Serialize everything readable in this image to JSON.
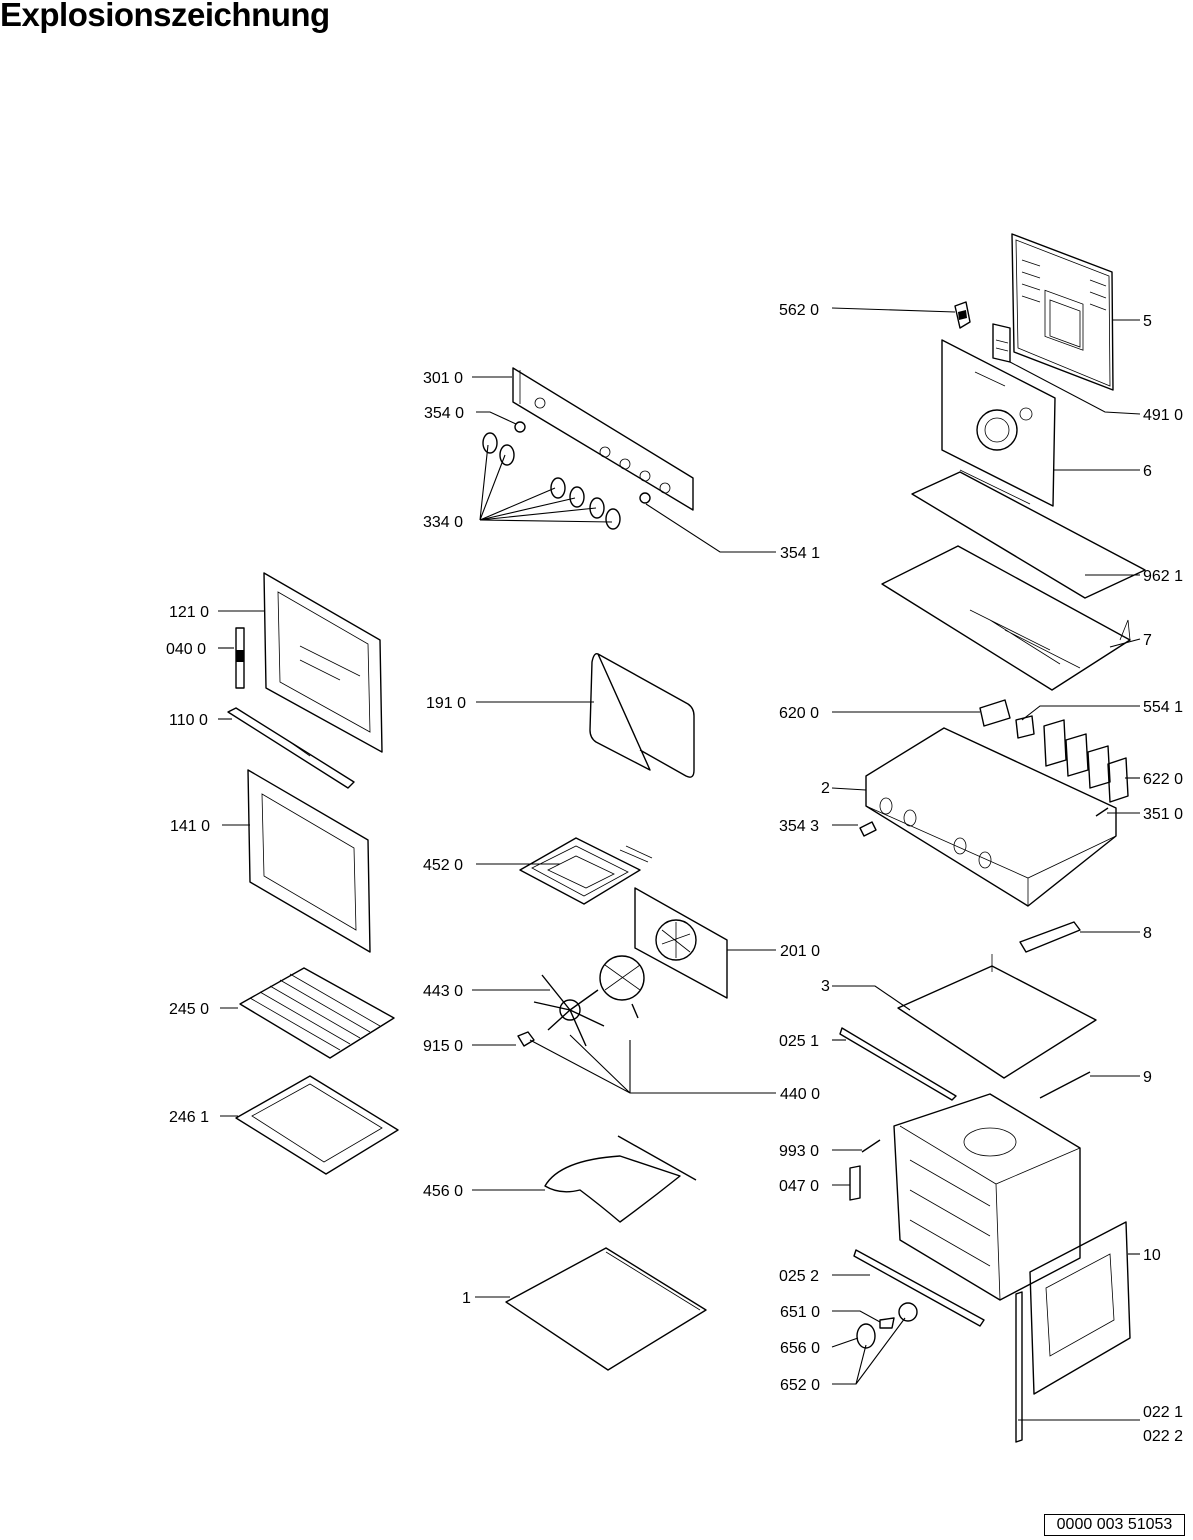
{
  "title": "Explosionszeichnung",
  "document_number": "0000 003 51053",
  "labels": {
    "p5620": "562 0",
    "p5": "5",
    "p4910": "491 0",
    "p6": "6",
    "p3010": "301 0",
    "p3540": "354 0",
    "p3340": "334 0",
    "p3541": "354 1",
    "p9621": "962 1",
    "p7": "7",
    "p1210": "121 0",
    "p0400": "040 0",
    "p1100": "110 0",
    "p1410": "141 0",
    "p2450": "245 0",
    "p2461": "246 1",
    "p1910": "191 0",
    "p4520": "452 0",
    "p2010": "201 0",
    "p4430": "443 0",
    "p9150": "915 0",
    "p4400": "440 0",
    "p4560": "456 0",
    "p1": "1",
    "p6200": "620 0",
    "p5541": "554 1",
    "p6220": "622 0",
    "p2": "2",
    "p3543": "354 3",
    "p3510": "351 0",
    "p8": "8",
    "p3": "3",
    "p0251": "025 1",
    "p9": "9",
    "p9930": "993 0",
    "p0470": "047 0",
    "p0252": "025 2",
    "p10": "10",
    "p6510": "651 0",
    "p6560": "656 0",
    "p6520": "652 0",
    "p0221": "022 1",
    "p0222": "022 2"
  }
}
